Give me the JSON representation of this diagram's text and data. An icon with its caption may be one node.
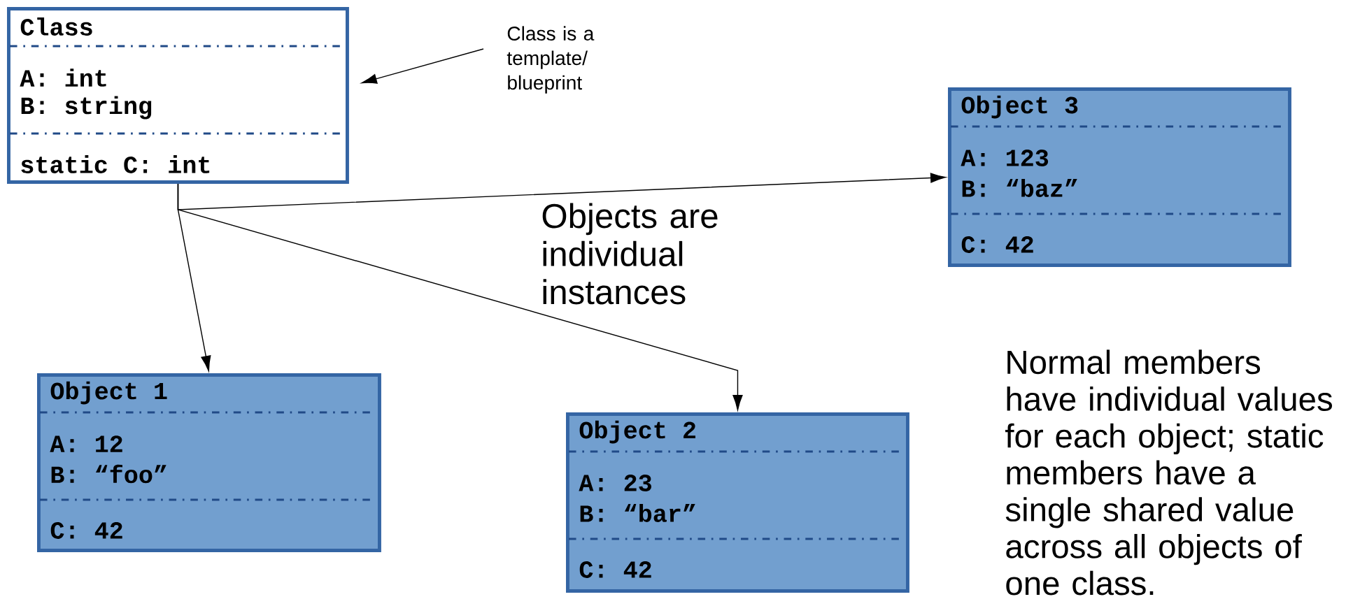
{
  "diagram": {
    "nodes": [
      {
        "text": [
          "Class",
          "A: int",
          "B: string",
          "static C: int"
        ]
      },
      {
        "text": [
          "Class is a template/ blueprint"
        ]
      },
      {
        "text": [
          "Object 3",
          "A: 123",
          "B: “baz”",
          "C: 42"
        ]
      },
      {
        "text": [
          "Object 1",
          "A: 12",
          "B: “foo”",
          "C: 42"
        ]
      },
      {
        "text": [
          "Object 2",
          "A: 23",
          "B: “bar”",
          "C: 42"
        ]
      }
    ],
    "edges": [
      {
        "from": 1,
        "to": 0,
        "arrow": "to"
      },
      {
        "from": 0,
        "to": 2,
        "arrow": "to"
      },
      {
        "from": 0,
        "to": 3,
        "arrow": "to"
      },
      {
        "from": 0,
        "to": 4,
        "arrow": "to"
      }
    ],
    "labels": [
      "Objects are individual instances",
      "Normal members have individual values for each object; static members have a single shared value across all objects of one class."
    ]
  }
}
